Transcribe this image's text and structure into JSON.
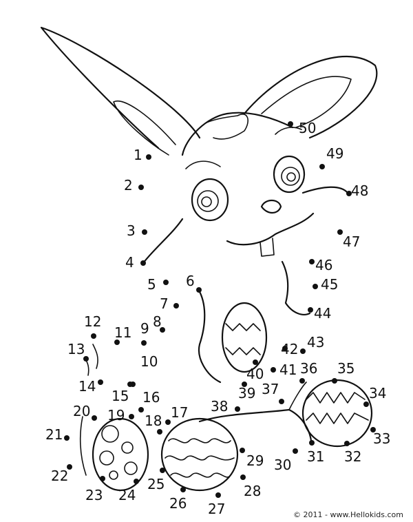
{
  "dots": [
    {
      "n": "1"
    },
    {
      "n": "2"
    },
    {
      "n": "3"
    },
    {
      "n": "4"
    },
    {
      "n": "5"
    },
    {
      "n": "6"
    },
    {
      "n": "7"
    },
    {
      "n": "8"
    },
    {
      "n": "9"
    },
    {
      "n": "10"
    },
    {
      "n": "11"
    },
    {
      "n": "12"
    },
    {
      "n": "13"
    },
    {
      "n": "14"
    },
    {
      "n": "15"
    },
    {
      "n": "16"
    },
    {
      "n": "17"
    },
    {
      "n": "18"
    },
    {
      "n": "19"
    },
    {
      "n": "20"
    },
    {
      "n": "21"
    },
    {
      "n": "22"
    },
    {
      "n": "23"
    },
    {
      "n": "24"
    },
    {
      "n": "25"
    },
    {
      "n": "26"
    },
    {
      "n": "27"
    },
    {
      "n": "28"
    },
    {
      "n": "29"
    },
    {
      "n": "30"
    },
    {
      "n": "31"
    },
    {
      "n": "32"
    },
    {
      "n": "33"
    },
    {
      "n": "34"
    },
    {
      "n": "35"
    },
    {
      "n": "36"
    },
    {
      "n": "37"
    },
    {
      "n": "38"
    },
    {
      "n": "39"
    },
    {
      "n": "40"
    },
    {
      "n": "41"
    },
    {
      "n": "42"
    },
    {
      "n": "43"
    },
    {
      "n": "44"
    },
    {
      "n": "45"
    },
    {
      "n": "46"
    },
    {
      "n": "47"
    },
    {
      "n": "48"
    },
    {
      "n": "49"
    },
    {
      "n": "50"
    }
  ],
  "copyright": "© 2011 - www.Hellokids.com"
}
